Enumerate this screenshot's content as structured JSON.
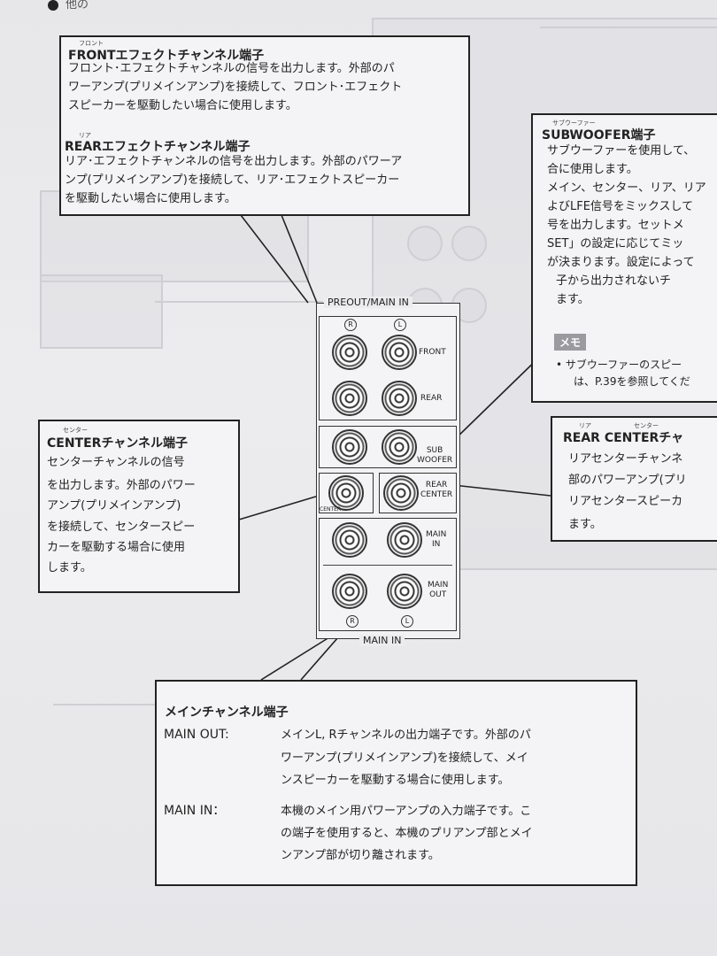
{
  "front": {
    "ruby": "フロント",
    "title": "FRONTエフェクトチャンネル端子",
    "lines": [
      "フロント･エフェクトチャンネルの信号を出力します。外部のパ",
      "ワーアンプ(プリメインアンプ)を接続して、フロント･エフェクト",
      "スピーカーを駆動したい場合に使用します。"
    ]
  },
  "rear": {
    "ruby": "リア",
    "title": "REARエフェクトチャンネル端子",
    "lines": [
      "リア･エフェクトチャンネルの信号を出力します。外部のパワーア",
      "ンプ(プリメインアンプ)を接続して、リア･エフェクトスピーカー",
      "を駆動したい場合に使用します。"
    ]
  },
  "subwoofer": {
    "ruby": "サブウーファー",
    "title": "SUBWOOFER端子",
    "lines": [
      "サブウーファーを使用して、",
      "合に使用します。",
      "メイン、センター、リア、リア",
      "よびLFE信号をミックスして",
      "号を出力します。セットメ",
      "SET」の設定に応じてミッ",
      "が決まります。設定によって",
      "子から出力されないチ",
      "ます。"
    ],
    "memo_label": "メモ",
    "memo_lines": [
      "• サブウーファーのスピー",
      "は、P.39を参照してくだ"
    ]
  },
  "center": {
    "ruby": "センター",
    "title": "CENTERチャンネル端子",
    "lines": [
      "センターチャンネルの信号",
      "を出力します。外部のパワー",
      "アンプ(プリメインアンプ)",
      "を接続して、センタースピー",
      "カーを駆動する場合に使用",
      "します。"
    ]
  },
  "rear_center": {
    "ruby1": "リア",
    "ruby2": "センター",
    "title": "REAR CENTERチャ",
    "lines": [
      "リアセンターチャンネ",
      "部のパワーアンプ(プリ",
      "リアセンタースピーカ",
      "ます。"
    ]
  },
  "main": {
    "title": "メインチャンネル端子",
    "out_label": "MAIN OUT:",
    "out_lines": [
      "メインL, Rチャンネルの出力端子です。外部のパ",
      "ワーアンプ(プリメインアンプ)を接続して、メイ",
      "ンスピーカーを駆動する場合に使用します。"
    ],
    "in_label": "MAIN IN：",
    "in_lines": [
      "本機のメイン用パワーアンプの入力端子です。こ",
      "の端子を使用すると、本機のプリアンプ部とメイ",
      "ンアンプ部が切り離されます。"
    ]
  },
  "panel": {
    "header": "PREOUT/MAIN IN",
    "footer": "MAIN IN",
    "r_mark": "R",
    "l_mark": "L",
    "front": "FRONT",
    "rear": "REAR",
    "sub": "SUB\nWOOFER",
    "center": "CENTER",
    "rear_center": "REAR\nCENTER",
    "main_in": "MAIN\nIN",
    "main_out": "MAIN\nOUT"
  },
  "top_fragment": "他の"
}
